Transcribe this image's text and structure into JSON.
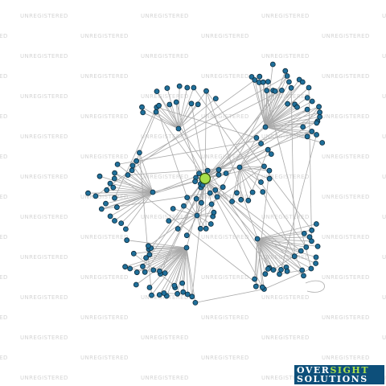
{
  "watermark": {
    "text": "UNREGISTERED"
  },
  "logo": {
    "line1a": "OVER",
    "line1b": "SIGHT",
    "line2": "SOLUTIONS"
  },
  "colors": {
    "node": "#1f6f9a",
    "hub": "#a8e04a",
    "edge": "#a9a9a9"
  },
  "graph": {
    "node_count": 247,
    "cluster_count": 7,
    "highlighted_node": "center"
  }
}
